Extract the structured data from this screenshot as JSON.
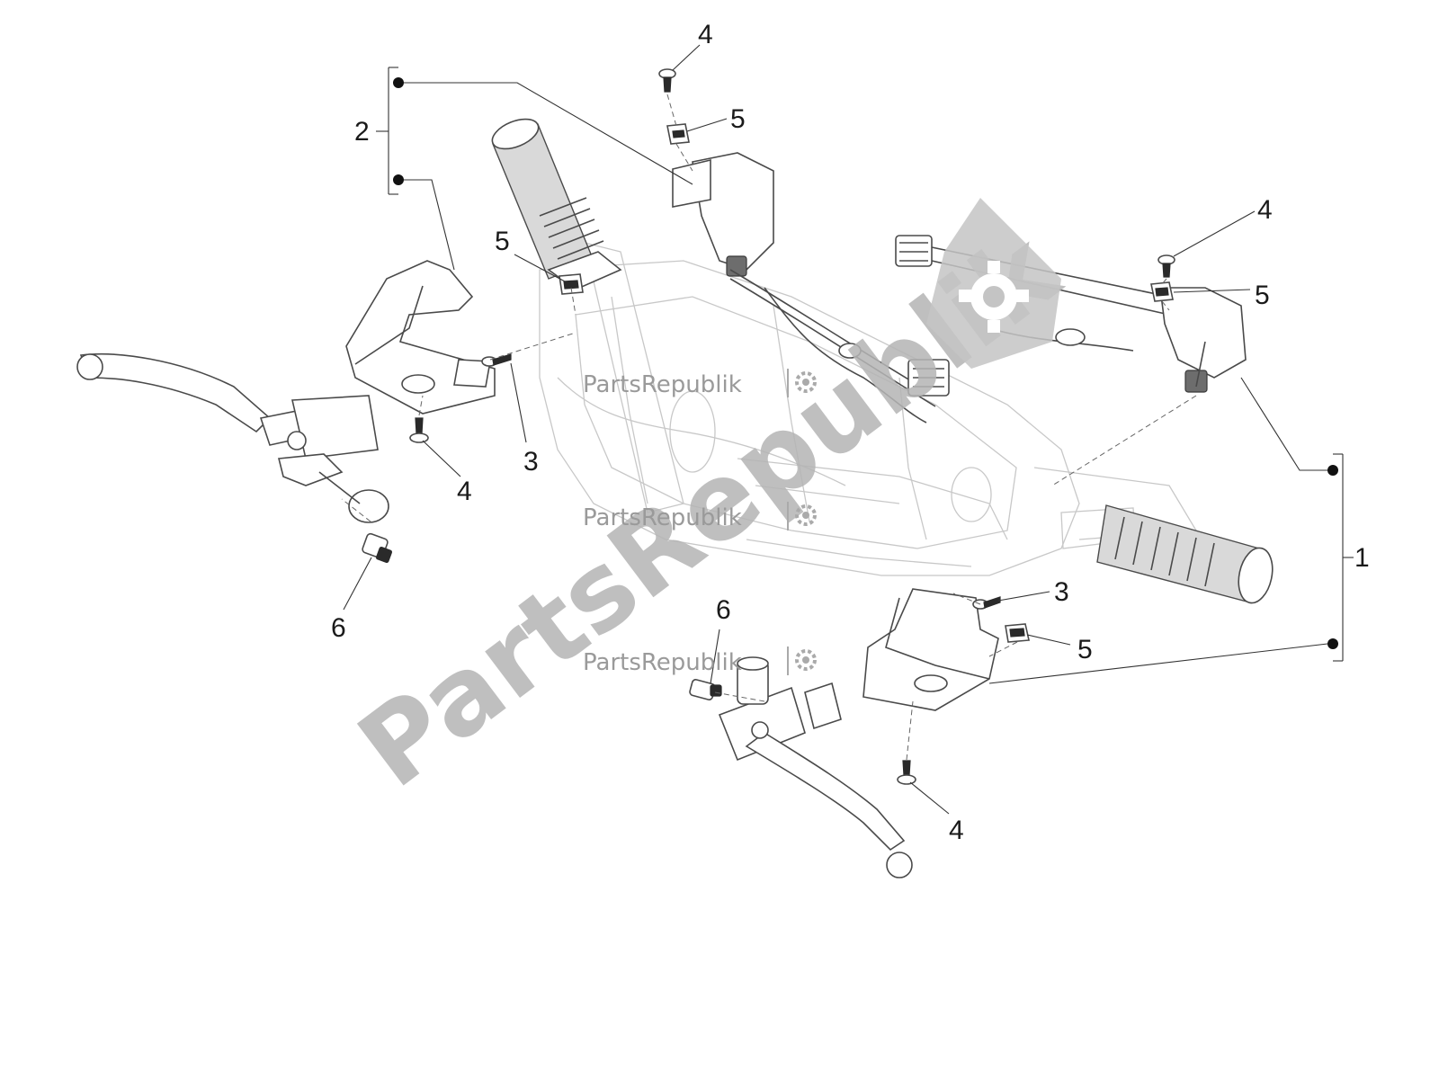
{
  "watermark": {
    "brand": "PartsRepublik",
    "instances": [
      {
        "id": "wm-1"
      },
      {
        "id": "wm-2"
      },
      {
        "id": "wm-3"
      }
    ]
  },
  "callouts": [
    {
      "id": "c1",
      "label": "1"
    },
    {
      "id": "c2",
      "label": "2"
    },
    {
      "id": "c3a",
      "label": "3"
    },
    {
      "id": "c3b",
      "label": "3"
    },
    {
      "id": "c4a",
      "label": "4"
    },
    {
      "id": "c4b",
      "label": "4"
    },
    {
      "id": "c4c",
      "label": "4"
    },
    {
      "id": "c4d",
      "label": "4"
    },
    {
      "id": "c5a",
      "label": "5"
    },
    {
      "id": "c5b",
      "label": "5"
    },
    {
      "id": "c5c",
      "label": "5"
    },
    {
      "id": "c5d",
      "label": "5"
    },
    {
      "id": "c6a",
      "label": "6"
    },
    {
      "id": "c6b",
      "label": "6"
    }
  ],
  "colors": {
    "line": "#4a4a4a",
    "watermark": "#b5b5b5",
    "background": "#ffffff"
  }
}
